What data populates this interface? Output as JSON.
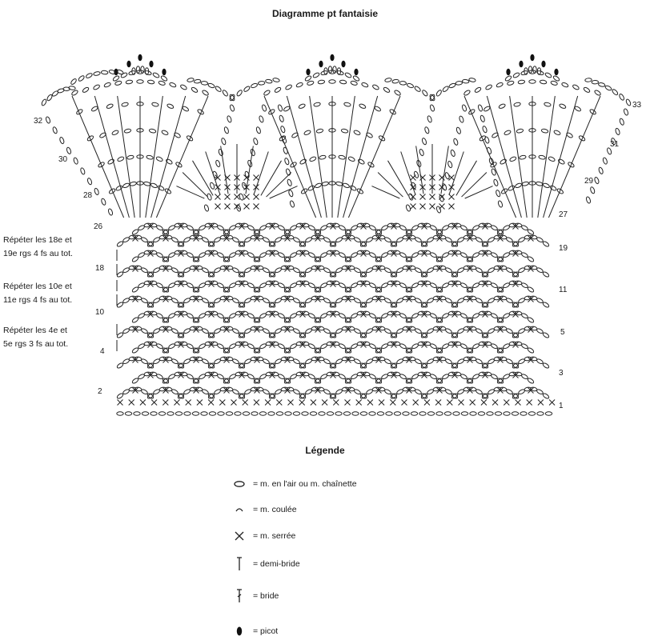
{
  "title": "Diagramme pt fantaisie",
  "row_numbers_left": [
    "32",
    "30",
    "28",
    "26",
    "18",
    "10",
    "4",
    "2"
  ],
  "row_numbers_right": [
    "33",
    "31",
    "29",
    "27",
    "19",
    "11",
    "5",
    "3",
    "1"
  ],
  "repeat_notes": [
    {
      "line1": "Répéter les 18e et",
      "line2": "19e rgs 4 fs au tot."
    },
    {
      "line1": "Répéter les 10e et",
      "line2": "11e rgs 4 fs au tot."
    },
    {
      "line1": "Répéter les 4e et",
      "line2": "5e rgs 3 fs au tot."
    }
  ],
  "legend": {
    "title": "Légende",
    "items": [
      {
        "icon": "chain-stitch-icon",
        "label": "= m. en l'air ou m. chaînette"
      },
      {
        "icon": "slip-stitch-icon",
        "label": "= m. coulée"
      },
      {
        "icon": "single-crochet-icon",
        "label": "= m. serrée"
      },
      {
        "icon": "half-double-crochet-icon",
        "label": "= demi-bride"
      },
      {
        "icon": "double-crochet-icon",
        "label": "= bride"
      },
      {
        "icon": "picot-icon",
        "label": "= picot"
      }
    ]
  }
}
